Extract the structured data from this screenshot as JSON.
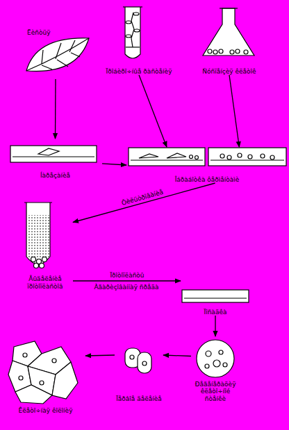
{
  "diagram": {
    "nodes": [
      {
        "text": [
          "Ëèñòüÿ"
        ]
      },
      {
        "text": [
          "Ïðîáèðî÷íûå ðàñòåíèÿ"
        ]
      },
      {
        "text": [
          "Ñóñïåíçèÿ êëåòîê"
        ]
      },
      {
        "text": [
          "Íàðåçàíèå"
        ]
      },
      {
        "text": [
          "Îáðàáîòêà ôåðìåíòàìè"
        ]
      },
      {
        "text": [
          "Âûäåëåíèå ïðîòîïëàñòîâ"
        ]
      },
      {
        "text": [
          "Ïîñàäêà"
        ]
      },
      {
        "text": [
          "Ðåãåíåðàöèÿ êëåòî÷íîé ñòåíêè"
        ]
      },
      {
        "text": [
          "Ïåðâîå äåëåíèå"
        ]
      },
      {
        "text": [
          "Êëåòî÷íàÿ êîëîíèÿ"
        ]
      }
    ],
    "edges": [
      {
        "from": 0,
        "to": 3,
        "arrow": "to"
      },
      {
        "from": 1,
        "to": 4,
        "arrow": "to"
      },
      {
        "from": 2,
        "to": 4,
        "arrow": "to"
      },
      {
        "from": 3,
        "to": 4,
        "arrow": "to"
      },
      {
        "from": 4,
        "to": 5,
        "label": "Ôèëüòðîâàíèå",
        "arrow": "to"
      },
      {
        "from": 5,
        "to": 6,
        "label": "Ïðîòîïëàñòû",
        "arrow": "to"
      },
      {
        "from": 6,
        "to": 7,
        "arrow": "to"
      },
      {
        "from": 7,
        "to": 8,
        "arrow": "to"
      },
      {
        "from": 8,
        "to": 9,
        "arrow": "to"
      }
    ],
    "labels": [
      "Àãàðèçîâàííàÿ ñðåäà"
    ]
  }
}
